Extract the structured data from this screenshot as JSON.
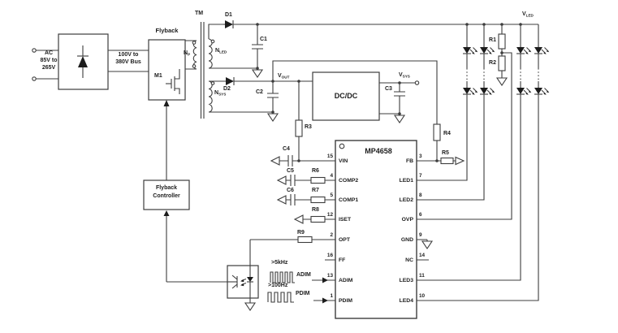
{
  "ac_input": {
    "line1": "AC",
    "line2": "85V to",
    "line3": "265V"
  },
  "bus_label": {
    "line1": "100V to",
    "line2": "380V Bus"
  },
  "flyback": {
    "label": "Flyback",
    "mosfet": "M1"
  },
  "flyback_controller": {
    "line1": "Flyback",
    "line2": "Controller"
  },
  "transformer": {
    "name": "TM",
    "np": {
      "base": "N",
      "sub": "P"
    },
    "nled": {
      "base": "N",
      "sub": "LED"
    },
    "nsys": {
      "base": "N",
      "sub": "SYS"
    }
  },
  "nets": {
    "vout": {
      "base": "V",
      "sub": "OUT"
    },
    "vsys": {
      "base": "V",
      "sub": "SYS"
    },
    "vled": {
      "base": "V",
      "sub": "LED"
    }
  },
  "dcdc": {
    "label": "DC/DC"
  },
  "components": {
    "d1": "D1",
    "d2": "D2",
    "c1": "C1",
    "c2": "C2",
    "c3": "C3",
    "c4": "C4",
    "c5": "C5",
    "c6": "C6",
    "r1": "R1",
    "r2": "R2",
    "r3": "R3",
    "r4": "R4",
    "r5": "R5",
    "r6": "R6",
    "r7": "R7",
    "r8": "R8",
    "r9": "R9"
  },
  "signals": {
    "adim_freq": ">5kHz",
    "adim": "ADIM",
    "pdim_freq": ">100Hz",
    "pdim": "PDIM"
  },
  "ic": {
    "name": "MP4658",
    "left_pins": [
      {
        "num": "15",
        "name": "VIN"
      },
      {
        "num": "4",
        "name": "COMP2"
      },
      {
        "num": "5",
        "name": "COMP1"
      },
      {
        "num": "12",
        "name": "ISET"
      },
      {
        "num": "2",
        "name": "OPT"
      },
      {
        "num": "16",
        "name": "FF"
      },
      {
        "num": "13",
        "name": "ADIM"
      },
      {
        "num": "1",
        "name": "PDIM"
      }
    ],
    "right_pins": [
      {
        "num": "3",
        "name": "FB"
      },
      {
        "num": "7",
        "name": "LED1"
      },
      {
        "num": "8",
        "name": "LED2"
      },
      {
        "num": "6",
        "name": "OVP"
      },
      {
        "num": "9",
        "name": "GND"
      },
      {
        "num": "14",
        "name": "NC"
      },
      {
        "num": "11",
        "name": "LED3"
      },
      {
        "num": "10",
        "name": "LED4"
      }
    ]
  },
  "colors": {
    "wire": "#3d3d3d",
    "text": "#1c1c1c",
    "background": "#ffffff"
  }
}
